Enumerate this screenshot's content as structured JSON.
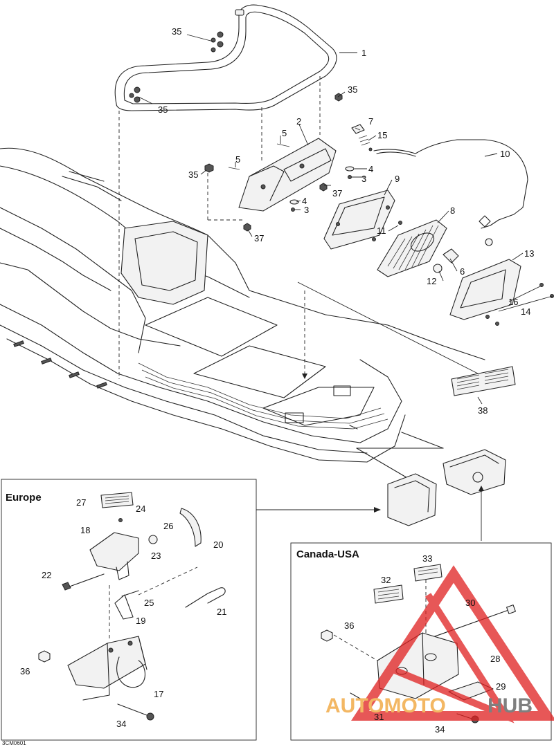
{
  "sections": {
    "europe_title": "Europe",
    "canada_usa_title": "Canada-USA"
  },
  "figure_id": "3CM0601",
  "watermark": {
    "word_a": "AUTOMOTO",
    "word_b": "HUB",
    "color_a": "#f0a030",
    "color_b": "#555555",
    "triangle_color": "#e02020"
  },
  "callouts": {
    "c1": "1",
    "c2": "2",
    "c3a": "3",
    "c3b": "3",
    "c4a": "4",
    "c4b": "4",
    "c5a": "5",
    "c5b": "5",
    "c6": "6",
    "c7": "7",
    "c8": "8",
    "c9": "9",
    "c10": "10",
    "c11": "11",
    "c12": "12",
    "c13": "13",
    "c14": "14",
    "c15": "15",
    "c16": "16",
    "c17": "17",
    "c18": "18",
    "c19": "19",
    "c20": "20",
    "c21": "21",
    "c22": "22",
    "c23": "23",
    "c24": "24",
    "c25": "25",
    "c26": "26",
    "c27": "27",
    "c28": "28",
    "c29": "29",
    "c30": "30",
    "c31": "31",
    "c32": "32",
    "c33": "33",
    "c34a": "34",
    "c34b": "34",
    "c35a": "35",
    "c35b": "35",
    "c35c": "35",
    "c35d": "35",
    "c36a": "36",
    "c36b": "36",
    "c37a": "37",
    "c37b": "37",
    "c38": "38"
  }
}
